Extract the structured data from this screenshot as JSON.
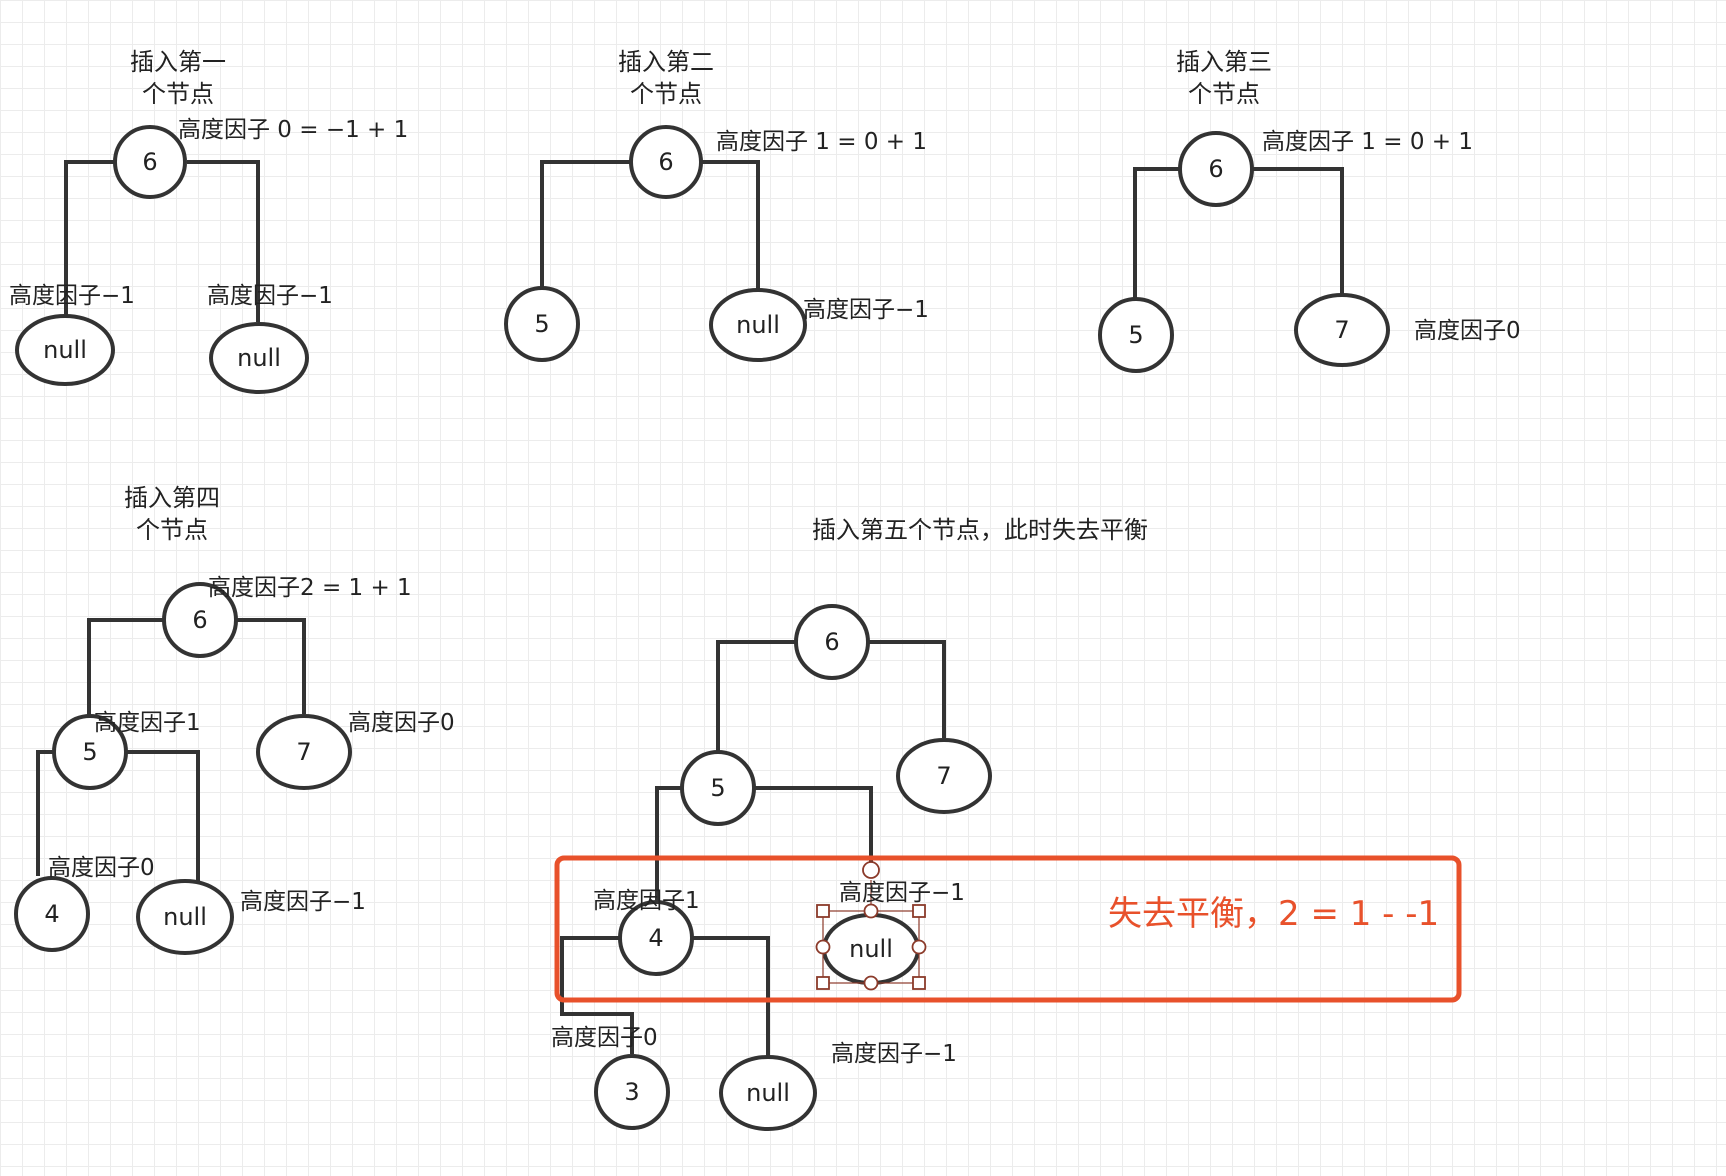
{
  "titles": {
    "t1_line1": "插入第一",
    "t1_line2": "个节点",
    "t2_line1": "插入第二",
    "t2_line2": "个节点",
    "t3_line1": "插入第三",
    "t3_line2": "个节点",
    "t4_line1": "插入第四",
    "t4_line2": "个节点",
    "t5": "插入第五个节点，此时失去平衡"
  },
  "tree1": {
    "root": "6",
    "left": "null",
    "right": "null",
    "root_factor": "高度因子 0 = −1  + 1",
    "left_factor": "高度因子−1",
    "right_factor": "高度因子−1"
  },
  "tree2": {
    "root": "6",
    "left": "5",
    "right": "null",
    "root_factor": "高度因子 1 = 0 + 1",
    "right_factor": "高度因子−1"
  },
  "tree3": {
    "root": "6",
    "left": "5",
    "right": "7",
    "root_factor": "高度因子 1 = 0 + 1",
    "right_factor": "高度因子0"
  },
  "tree4": {
    "root": "6",
    "left": "5",
    "right": "7",
    "left_left": "4",
    "left_right": "null",
    "root_factor": "高度因子2 = 1 + 1",
    "left_factor": "高度因子1",
    "right_factor": "高度因子0",
    "left_left_factor": "高度因子0",
    "left_right_factor": "高度因子−1"
  },
  "tree5": {
    "root": "6",
    "left": "5",
    "right": "7",
    "left_left": "4",
    "left_right": "null",
    "left_left_left": "3",
    "left_left_right": "null",
    "left_left_factor": "高度因子1",
    "left_right_factor": "高度因子−1",
    "left_left_left_factor": "高度因子0",
    "left_left_right_factor": "高度因子−1",
    "imbalance_note": "失去平衡，2 = 1 - -1",
    "highlight_color": "#e8512b"
  },
  "colors": {
    "stroke": "#333333",
    "text": "#222222",
    "accent": "#e8512b",
    "grid": "#ececec"
  }
}
